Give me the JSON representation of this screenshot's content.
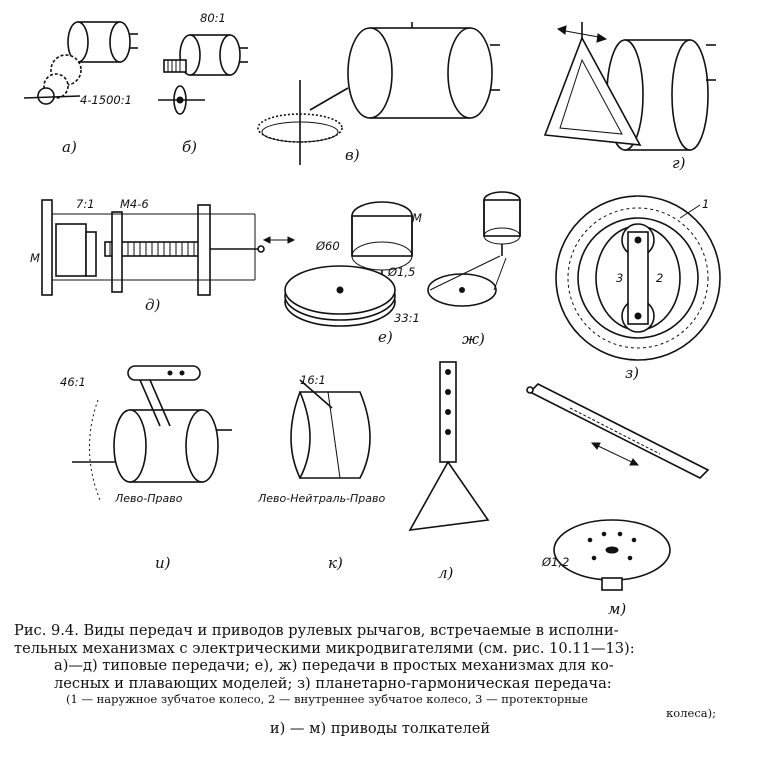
{
  "panels": {
    "a": {
      "label": "а)",
      "ratio": "4-1500:1"
    },
    "b": {
      "label": "б)",
      "ratio": "80:1"
    },
    "v": {
      "label": "в)"
    },
    "g": {
      "label": "г)"
    },
    "d": {
      "label": "д)",
      "ratio": "7:1",
      "thread": "М4-6",
      "motor": "М"
    },
    "e": {
      "label": "е)",
      "motor": "М",
      "diam": "Ø60",
      "pulley": "Ø1,5",
      "ratio": "33:1"
    },
    "zh": {
      "label": "ж)"
    },
    "z": {
      "label": "з)",
      "n1": "1",
      "n2": "2",
      "n3": "3"
    },
    "i": {
      "label": "и)",
      "ratio": "46:1",
      "text": "Лево-Право"
    },
    "k": {
      "label": "к)",
      "ratio": "16:1",
      "text": "Лево-Нейтраль-Право"
    },
    "l": {
      "label": "л)"
    },
    "m": {
      "label": "м)",
      "diam": "Ø1,2"
    }
  },
  "caption": {
    "line1": "Рис. 9.4. Виды передач и приводов рулевых рычагов, встречаемые в исполни-",
    "line2": "тельных механизмах с электрическими микродвигателями (см. рис. 10.11—13):",
    "line3": "а)—д) типовые передачи; е), ж) передачи в простых механизмах для ко-",
    "line4": "лесных и плавающих моделей; з) планетарно-гармоническая передача:",
    "line5": "(1 — наружное зубчатое колесо, 2 — внутреннее зубчатое колесо, 3 — протекторные",
    "line6": "колеса);",
    "line7": "и) — м) приводы толкателей"
  }
}
